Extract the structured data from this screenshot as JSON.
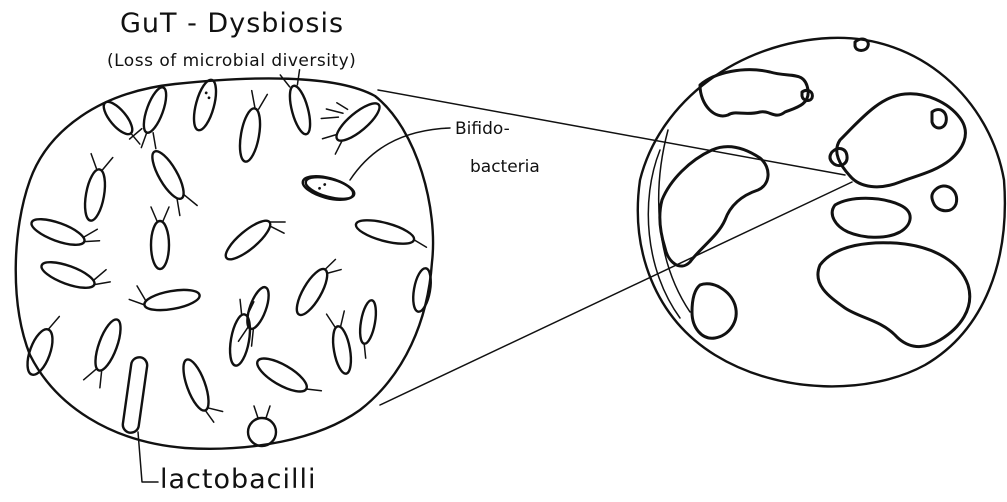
{
  "title": "GuT - Dysbiosis",
  "subtitle": "(Loss of microbial diversity)",
  "labels": {
    "bifido_line1": "Bifido-",
    "bifido_line2": "bacteria",
    "lactobacilli": "lactobacilli"
  },
  "colors": {
    "ink": "#111111",
    "background": "#ffffff"
  }
}
